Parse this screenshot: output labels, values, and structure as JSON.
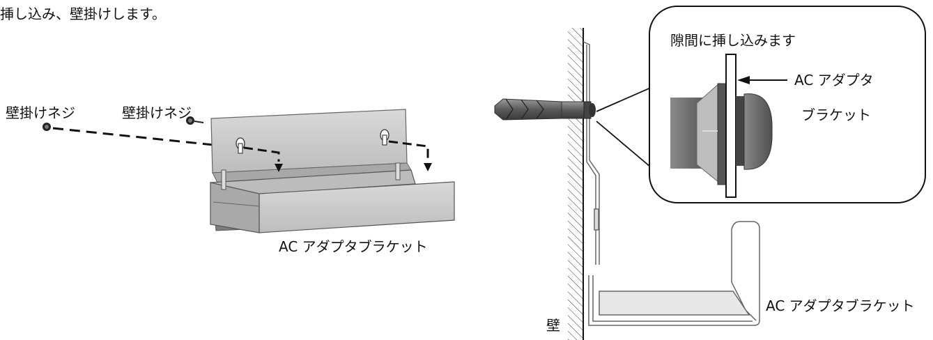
{
  "instruction": "挿し込み、壁掛けします。",
  "left_view": {
    "screw_label_1": "壁掛けネジ",
    "screw_label_2": "壁掛けネジ",
    "bracket_label": "AC アダプタブラケット"
  },
  "right_view": {
    "callout_title": "隙間に挿し込みます",
    "callout_bracket_line1": "AC アダプタ",
    "callout_bracket_line2": "ブラケット",
    "bracket_label": "AC アダプタブラケット",
    "wall_label": "壁"
  }
}
